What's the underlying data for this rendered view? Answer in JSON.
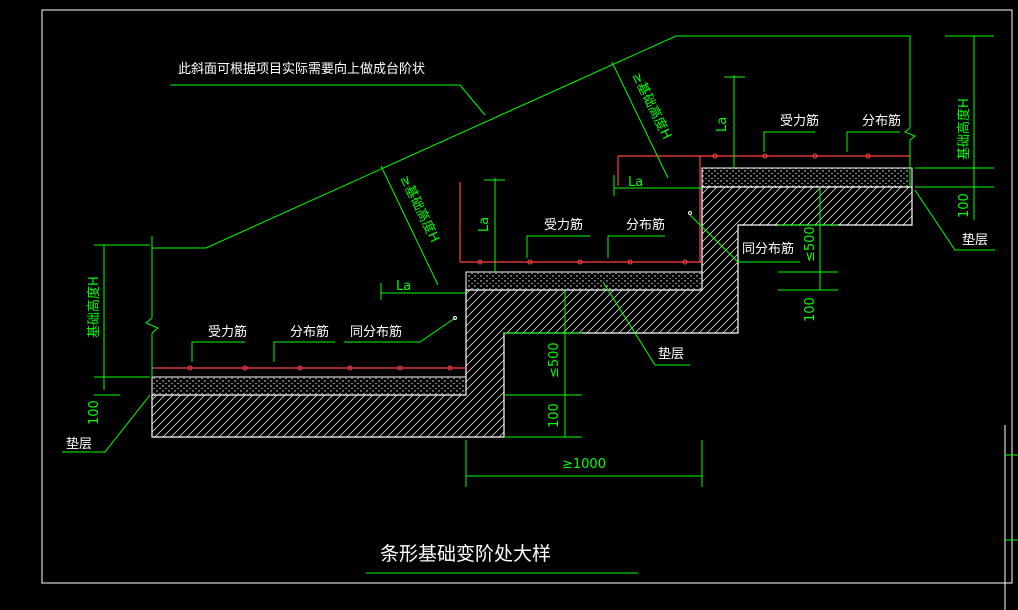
{
  "colors": {
    "background": "#000000",
    "line": "#00ff00",
    "text": "#ffffff",
    "rebar": "#ff4040",
    "outline": "#ffffff",
    "dimension": "#00ff00"
  },
  "labels": {
    "title": "条形基础变阶处大样",
    "slope_note": "此斜面可根据项目实际需要向上做成台阶状",
    "main_rebar": "受力筋",
    "dist_rebar": "分布筋",
    "same_dist_rebar": "同分布筋",
    "cushion": "垫层",
    "anchor": "La",
    "height": "基础高度H",
    "height_ge": "≥基础高度H",
    "dim_100": "100",
    "dim_le500": "≤500",
    "dim_ge1000": "≥1000"
  }
}
